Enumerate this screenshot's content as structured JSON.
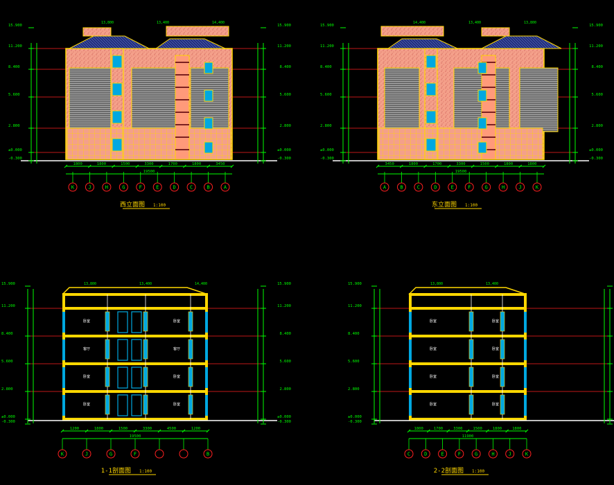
{
  "colors": {
    "background": "#000000",
    "dimension": "#00ff00",
    "level_line": "#ff2020",
    "wall": "#ffd700",
    "facade": "#f4a08a",
    "speckle": "#c8504a",
    "roof": "#1e2a8a",
    "window_frame": "#ffd700",
    "glazing": "#00a8e0",
    "blind": "#8a8a8a",
    "stair_tower": "#ff9a7a",
    "grid_bubble": "#ff2020",
    "section_line": "#ffffff",
    "title": "#ffd700"
  },
  "drawings": [
    {
      "id": "west-elevation",
      "title": "西立面图",
      "scale": "1:100",
      "grid_axes": [
        "K",
        "J",
        "H",
        "G",
        "F",
        "E",
        "D",
        "C",
        "B",
        "A"
      ],
      "bottom_dims": [
        "1800",
        "1800",
        "1500",
        "3300",
        "1700",
        "1800",
        "3450"
      ],
      "overall_dim": "19500",
      "roof_dims": [
        "13,800",
        "13,400",
        "14,400"
      ],
      "elevations_left": [
        "15.900",
        "11.200",
        "8.400",
        "5.600",
        "2.800",
        "±0.000",
        "-0.300"
      ],
      "elevations_right": [
        "15.900",
        "11.200",
        "8.400",
        "5.600",
        "2.800",
        "±0.000",
        "-0.300"
      ]
    },
    {
      "id": "east-elevation",
      "title": "东立面图",
      "scale": "1:100",
      "grid_axes": [
        "A",
        "B",
        "C",
        "D",
        "E",
        "F",
        "G",
        "H",
        "J",
        "K"
      ],
      "bottom_dims": [
        "3450",
        "1800",
        "1700",
        "3300",
        "1500",
        "1800",
        "1800"
      ],
      "overall_dim": "19500",
      "roof_dims": [
        "14,400",
        "13,400",
        "13,800"
      ],
      "elevations_left": [
        "15.900",
        "11.200",
        "8.400",
        "5.600",
        "2.800",
        "±0.000",
        "-0.300"
      ],
      "elevations_right": [
        "15.900",
        "11.200",
        "8.400",
        "5.600",
        "2.800",
        "±0.000",
        "-0.300"
      ]
    },
    {
      "id": "section-1-1",
      "title": "1-1剖面图",
      "scale": "1:100",
      "grid_axes": [
        "K",
        "J",
        "G",
        "F",
        "",
        "",
        "B"
      ],
      "bottom_dims": [
        "1200",
        "1800",
        "1500",
        "3300",
        "4500",
        "1200"
      ],
      "overall_dim": "19500",
      "roof_dims": [
        "13,800",
        "13,400",
        "14,400"
      ],
      "room_labels": [
        "卧室",
        "客厅",
        "卧室",
        "卧室"
      ],
      "elevations_left": [
        "15.900",
        "11.200",
        "8.400",
        "5.600",
        "2.800",
        "±0.000",
        "-0.300"
      ],
      "elevations_right": [
        "15.900",
        "11.200",
        "8.400",
        "5.600",
        "2.800",
        "±0.000",
        "-0.300"
      ]
    },
    {
      "id": "section-2-2",
      "title": "2-2剖面图",
      "scale": "1:100",
      "grid_axes": [
        "C",
        "D",
        "E",
        "F",
        "G",
        "H",
        "J",
        "K"
      ],
      "bottom_dims": [
        "1800",
        "1700",
        "3300",
        "1500",
        "1800",
        "1800"
      ],
      "overall_dim": "11900",
      "roof_dims": [
        "13,800",
        "13,400"
      ],
      "room_labels": [
        "卧室",
        "卧室",
        "卧室",
        "卧室"
      ],
      "elevations_left": [
        "15.900",
        "11.200",
        "8.400",
        "5.600",
        "2.800",
        "±0.000",
        "-0.300"
      ],
      "elevations_right": [
        "15.900",
        "11.200",
        "8.400",
        "5.600",
        "2.800",
        "±0.000",
        "-0.300"
      ]
    }
  ]
}
